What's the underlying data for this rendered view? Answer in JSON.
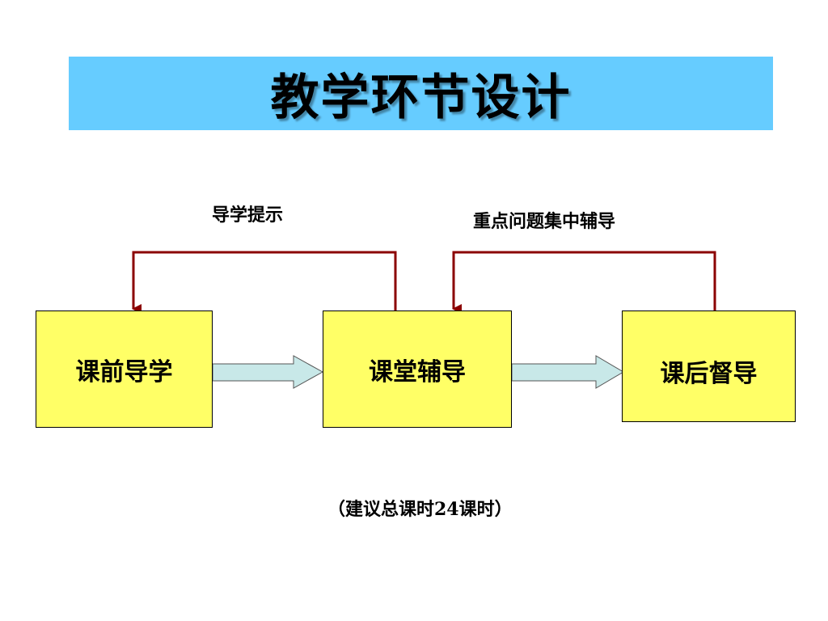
{
  "title": "教学环节设计",
  "boxes": {
    "pre_class": "课前导学",
    "in_class": "课堂辅导",
    "post_class": "课后督导"
  },
  "annotations": {
    "guide_hint": "导学提示",
    "focus_tutoring": "重点问题集中辅导"
  },
  "footnote": "（建议总课时24课时）",
  "colors": {
    "title_bar": "#66ccff",
    "box_fill": "#ffff66",
    "feedback_line": "#8b0000",
    "flow_arrow": "#c8e8e8"
  }
}
